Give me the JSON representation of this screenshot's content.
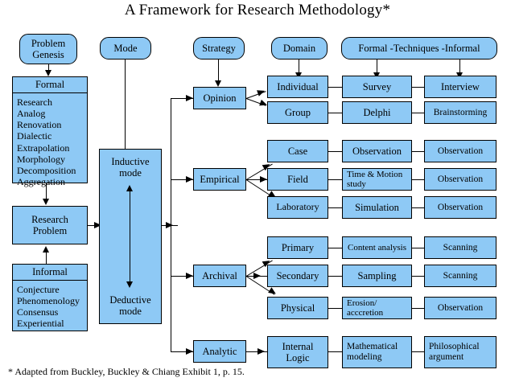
{
  "title": "A Framework for Research Methodology*",
  "footnote": "* Adapted from Buckley, Buckley & Chiang Exhibit 1, p. 15.",
  "colors": {
    "node_fill": "#8ec9f5",
    "node_border": "#000000",
    "background": "#ffffff",
    "text": "#000000"
  },
  "headers": {
    "problem_genesis": "Problem\nGenesis",
    "mode": "Mode",
    "strategy": "Strategy",
    "domain": "Domain",
    "techniques": "Formal -Techniques -Informal"
  },
  "problem_genesis": {
    "formal": {
      "heading": "Formal",
      "items": [
        "Research",
        "Analog",
        "Renovation",
        "Dialectic",
        "Extrapolation",
        "Morphology",
        "Decomposition",
        "Aggregation"
      ]
    },
    "research_problem": "Research\nProblem",
    "informal": {
      "heading": "Informal",
      "items": [
        "Conjecture",
        "Phenomenology",
        "Consensus",
        "Experiential"
      ]
    }
  },
  "mode": {
    "inductive": "Inductive\nmode",
    "deductive": "Deductive\nmode"
  },
  "strategies": [
    {
      "name": "Opinion",
      "domains": [
        {
          "name": "Individual",
          "formal_technique": "Survey",
          "informal_technique": "Interview"
        },
        {
          "name": "Group",
          "formal_technique": "Delphi",
          "informal_technique": "Brainstorming"
        }
      ]
    },
    {
      "name": "Empirical",
      "domains": [
        {
          "name": "Case",
          "formal_technique": "Observation",
          "informal_technique": "Observation"
        },
        {
          "name": "Field",
          "formal_technique": "Time & Motion\nstudy",
          "informal_technique": "Observation"
        },
        {
          "name": "Laboratory",
          "formal_technique": "Simulation",
          "informal_technique": "Observation"
        }
      ]
    },
    {
      "name": "Archival",
      "domains": [
        {
          "name": "Primary",
          "formal_technique": "Content analysis",
          "informal_technique": "Scanning"
        },
        {
          "name": "Secondary",
          "formal_technique": "Sampling",
          "informal_technique": "Scanning"
        },
        {
          "name": "Physical",
          "formal_technique": "Erosion/\nacccretion",
          "informal_technique": "Observation"
        }
      ]
    },
    {
      "name": "Analytic",
      "domains": [
        {
          "name": "Internal\nLogic",
          "formal_technique": "Mathematical\nmodeling",
          "informal_technique": "Philosophical\nargument"
        }
      ]
    }
  ]
}
